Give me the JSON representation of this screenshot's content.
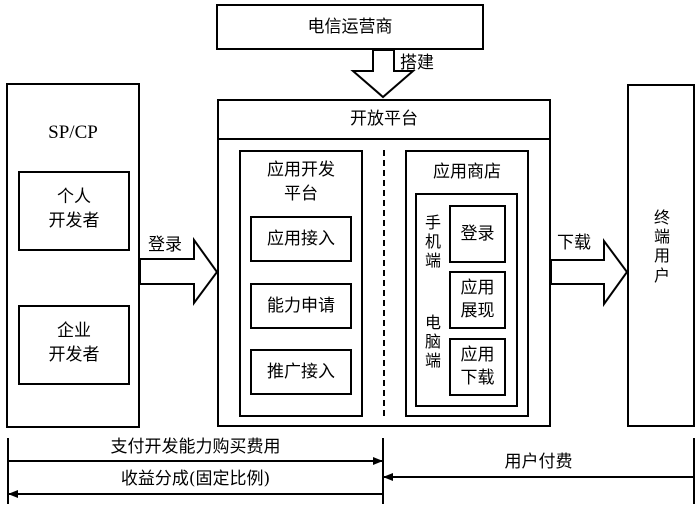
{
  "nodes": {
    "operator": "电信运营商",
    "sp_cp": "SP/CP",
    "individual_dev": [
      "个人",
      "开发者"
    ],
    "enterprise_dev": [
      "企业",
      "开发者"
    ],
    "open_platform": "开放平台",
    "app_dev_platform": [
      "应用开发",
      "平台"
    ],
    "dev_items": [
      "应用接入",
      "能力申请",
      "推广接入"
    ],
    "app_store": "应用商店",
    "mobile_side": "手\n机\n端",
    "pc_side": "电\n脑\n端",
    "store_items": [
      {
        "lines": [
          "登录"
        ]
      },
      {
        "lines": [
          "应用",
          "展现"
        ]
      },
      {
        "lines": [
          "应用",
          "下载"
        ]
      }
    ],
    "end_user": "终\n端\n用\n户"
  },
  "edges": {
    "build": "搭建",
    "login": "登录",
    "download": "下载"
  },
  "flows": {
    "pay_dev_fee": "支付开发能力购买费用",
    "revenue_share": "收益分成(固定比例)",
    "user_payment": "用户付费"
  }
}
